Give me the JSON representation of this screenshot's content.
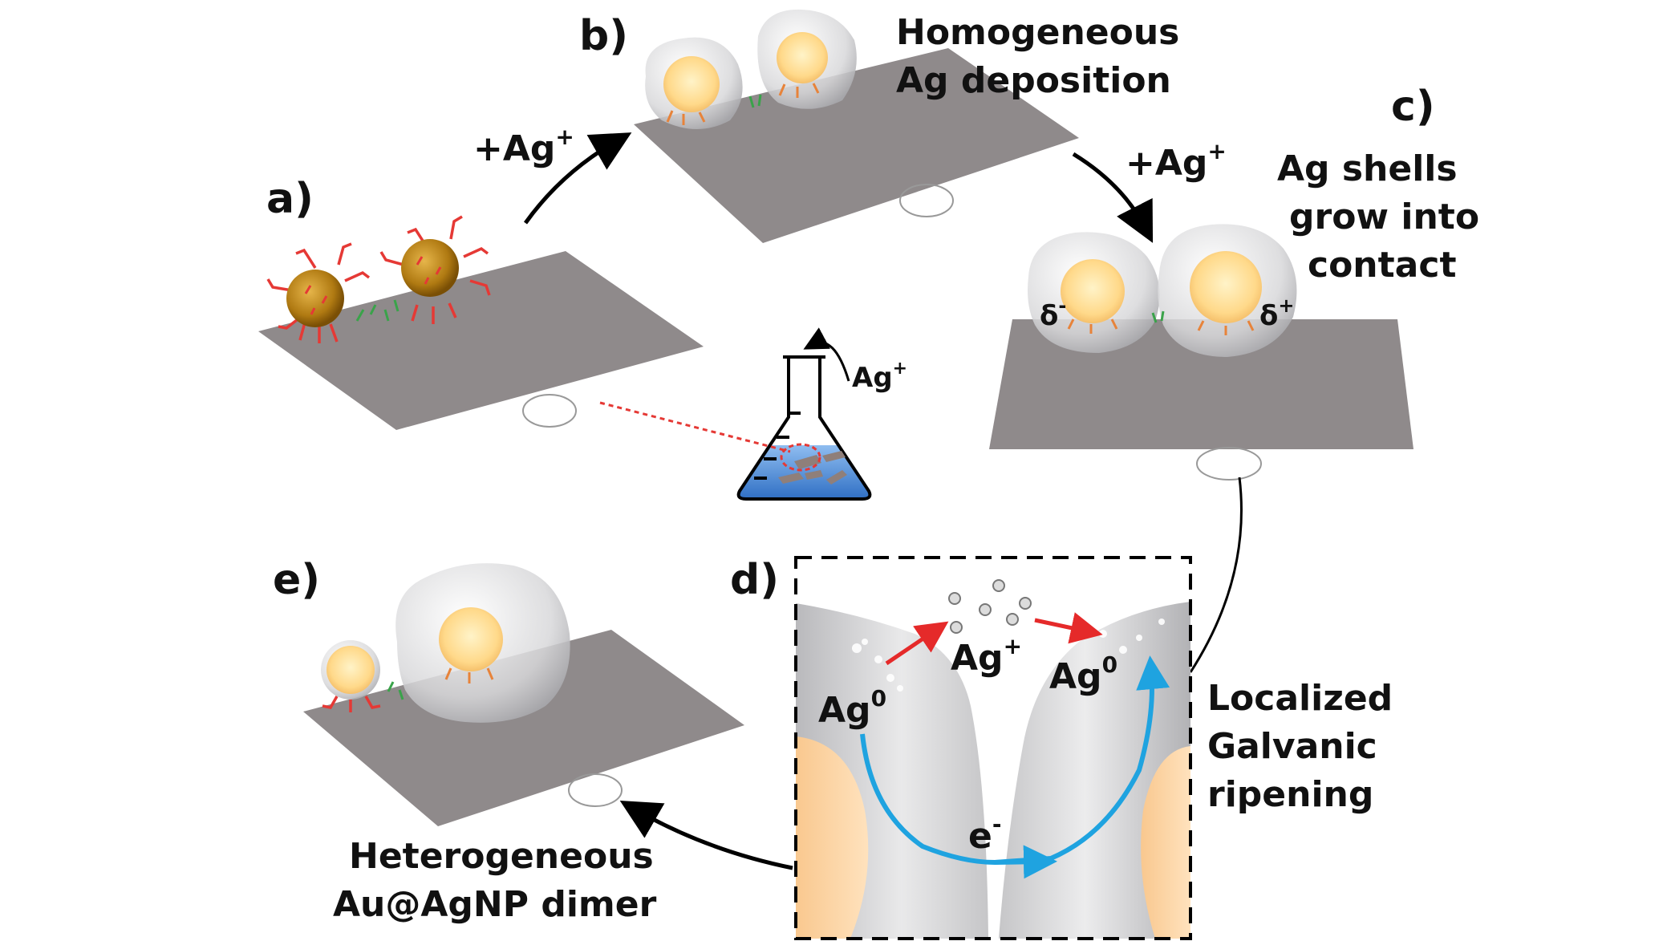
{
  "panels": {
    "a": {
      "label": "a)"
    },
    "b": {
      "label": "b)",
      "caption_line1": "Homogeneous",
      "caption_line2": "Ag deposition"
    },
    "c": {
      "label": "c)",
      "caption_line1": "Ag shells",
      "caption_line2": "grow into",
      "caption_line3": "contact"
    },
    "d": {
      "label": "d)",
      "caption_line1": "Localized",
      "caption_line2": "Galvanic",
      "caption_line3": "ripening"
    },
    "e": {
      "label": "e)",
      "caption_line1": "Heterogeneous",
      "caption_line2": "Au@AgNP dimer"
    }
  },
  "reagents": {
    "add_ag_1": {
      "prefix": "+Ag",
      "sup": "+"
    },
    "add_ag_2": {
      "prefix": "+Ag",
      "sup": "+"
    },
    "flask_ag": {
      "prefix": "Ag",
      "sup": "+"
    }
  },
  "charges": {
    "delta_minus": {
      "base": "δ",
      "sup": "-"
    },
    "delta_plus": {
      "base": "δ",
      "sup": "+"
    }
  },
  "inset": {
    "ag0_left": {
      "base": "Ag",
      "sup": "0"
    },
    "ag0_right": {
      "base": "Ag",
      "sup": "0"
    },
    "ag_ion": {
      "base": "Ag",
      "sup": "+"
    },
    "electron": {
      "base": "e",
      "sup": "-"
    }
  },
  "colors": {
    "substrate": "#8f8a8b",
    "gold_core": "#ffd27a",
    "silver_shell": "#d9d9db",
    "electron_arrow": "#1fa3e0",
    "ion_arrow": "#e52a2a",
    "ligand": "#e53935",
    "linker": "#3aa34a",
    "solution": "#3a7fd1"
  }
}
